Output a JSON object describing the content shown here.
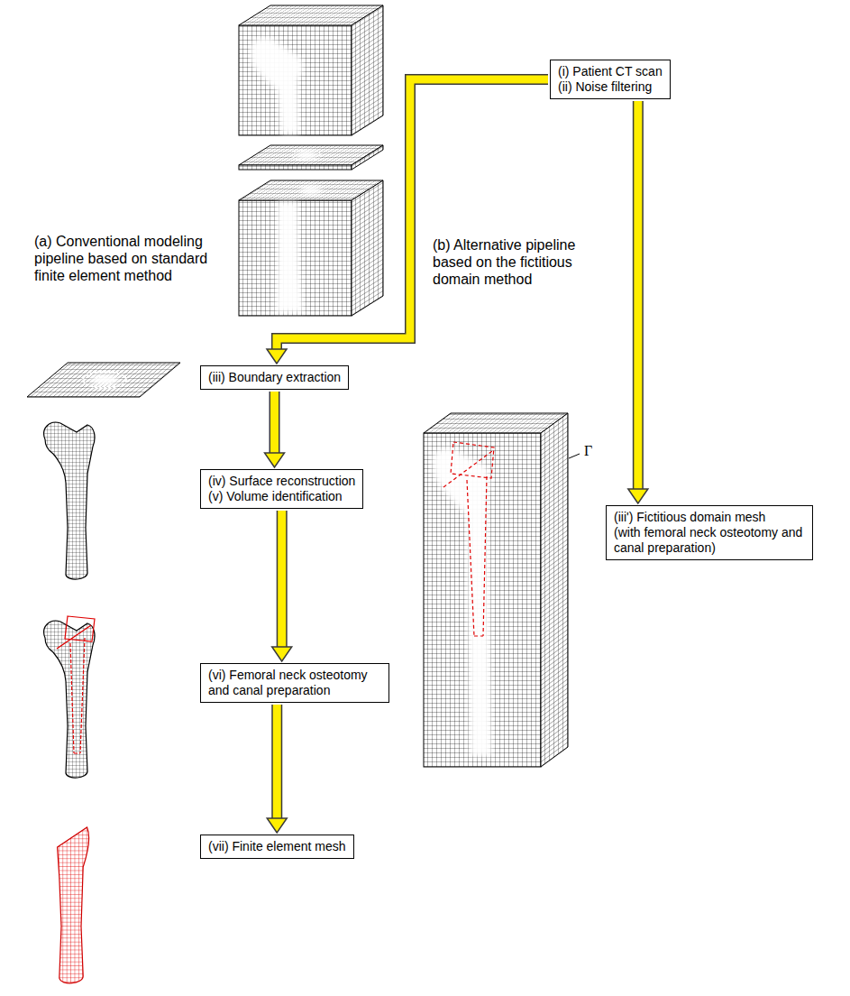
{
  "diagram": {
    "nodes": [
      {
        "text": [
          "(i) Patient CT scan",
          "(ii) Noise filtering"
        ]
      },
      {
        "text": [
          "(iii) Boundary extraction"
        ]
      },
      {
        "text": [
          "(iv) Surface reconstruction",
          "(v) Volume identification"
        ]
      },
      {
        "text": [
          "(vi) Femoral neck osteotomy and canal preparation"
        ]
      },
      {
        "text": [
          "(vii) Finite element mesh"
        ]
      },
      {
        "text": [
          "(iii') Fictitious domain mesh",
          "(with femoral neck osteotomy and canal preparation)"
        ]
      }
    ],
    "edges": [
      {
        "from": 0,
        "to": 1,
        "arrow": "to"
      },
      {
        "from": 1,
        "to": 2,
        "arrow": "to"
      },
      {
        "from": 2,
        "to": 3,
        "arrow": "to"
      },
      {
        "from": 3,
        "to": 4,
        "arrow": "to"
      },
      {
        "from": 0,
        "to": 5,
        "arrow": "to"
      }
    ],
    "labels": [
      "(a) Conventional modeling pipeline based on standard finite element method",
      "(b) Alternative pipeline based on the fictitious domain method",
      "Γ"
    ]
  }
}
